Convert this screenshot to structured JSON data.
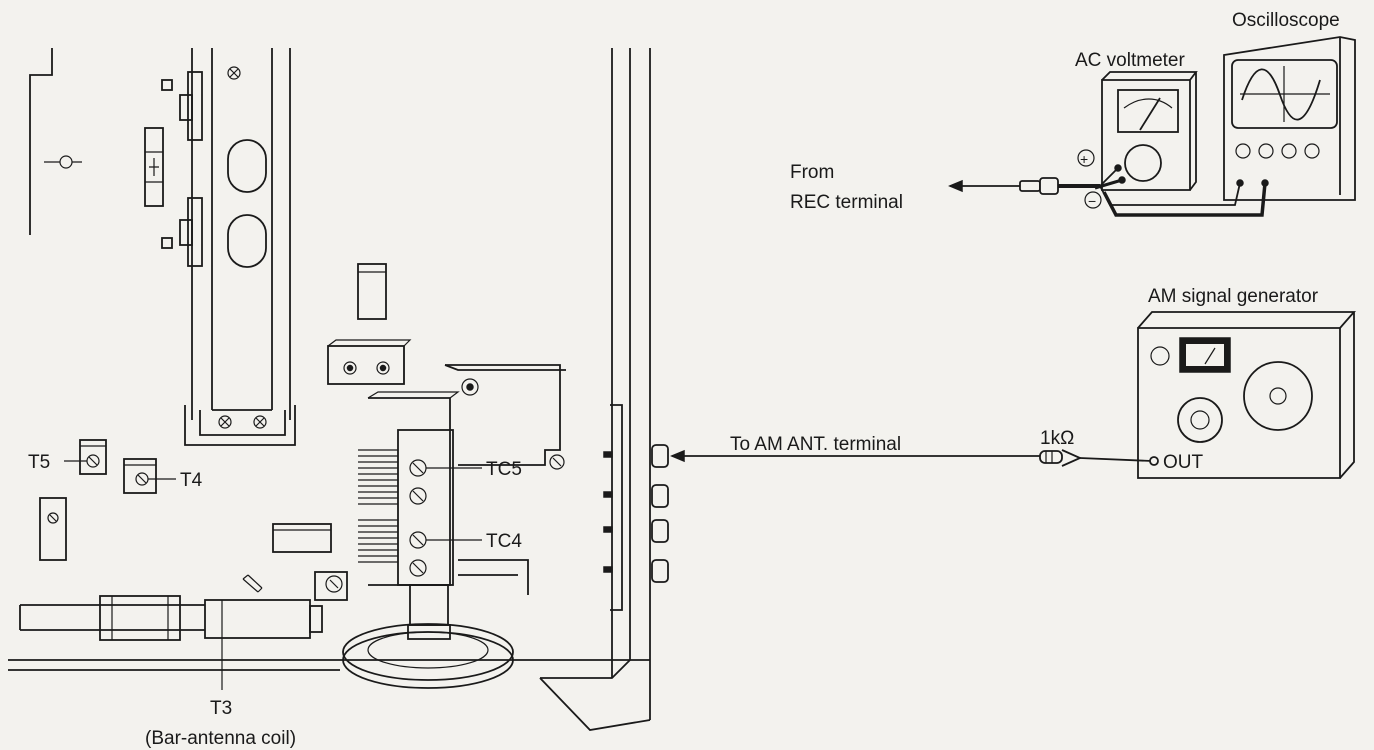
{
  "instruments": {
    "oscilloscope": "Oscilloscope",
    "ac_voltmeter": "AC voltmeter",
    "signal_generator": "AM signal generator"
  },
  "connections": {
    "from_line1": "From",
    "from_line2": "REC terminal",
    "to_antenna": "To AM ANT. terminal",
    "resistor": "1kΩ",
    "output": "OUT",
    "plus": "+",
    "minus": "−"
  },
  "components": {
    "t5": "T5",
    "t4": "T4",
    "tc5": "TC5",
    "tc4": "TC4",
    "t3": "T3",
    "t3_desc": "(Bar-antenna coil)"
  }
}
